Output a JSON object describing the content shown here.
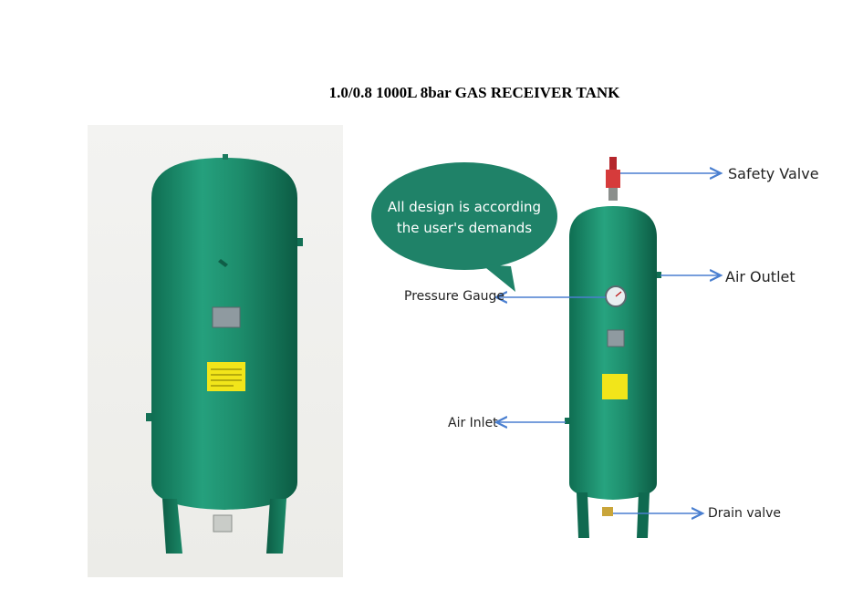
{
  "title": "1.0/0.8 1000L 8bar GAS RECEIVER TANK",
  "bubble": {
    "line1": "All design is according",
    "line2": "the user's demands"
  },
  "labels": {
    "safety_valve": "Safety Valve",
    "air_outlet": "Air Outlet",
    "pressure_gauge": "Pressure Gauge",
    "air_inlet": "Air Inlet",
    "drain_valve": "Drain valve"
  },
  "colors": {
    "tank_green": "#1b8a6a",
    "bubble_green": "#1f8268",
    "arrow_blue": "#4a7fd0",
    "label_yellow": "#f2e51a"
  }
}
